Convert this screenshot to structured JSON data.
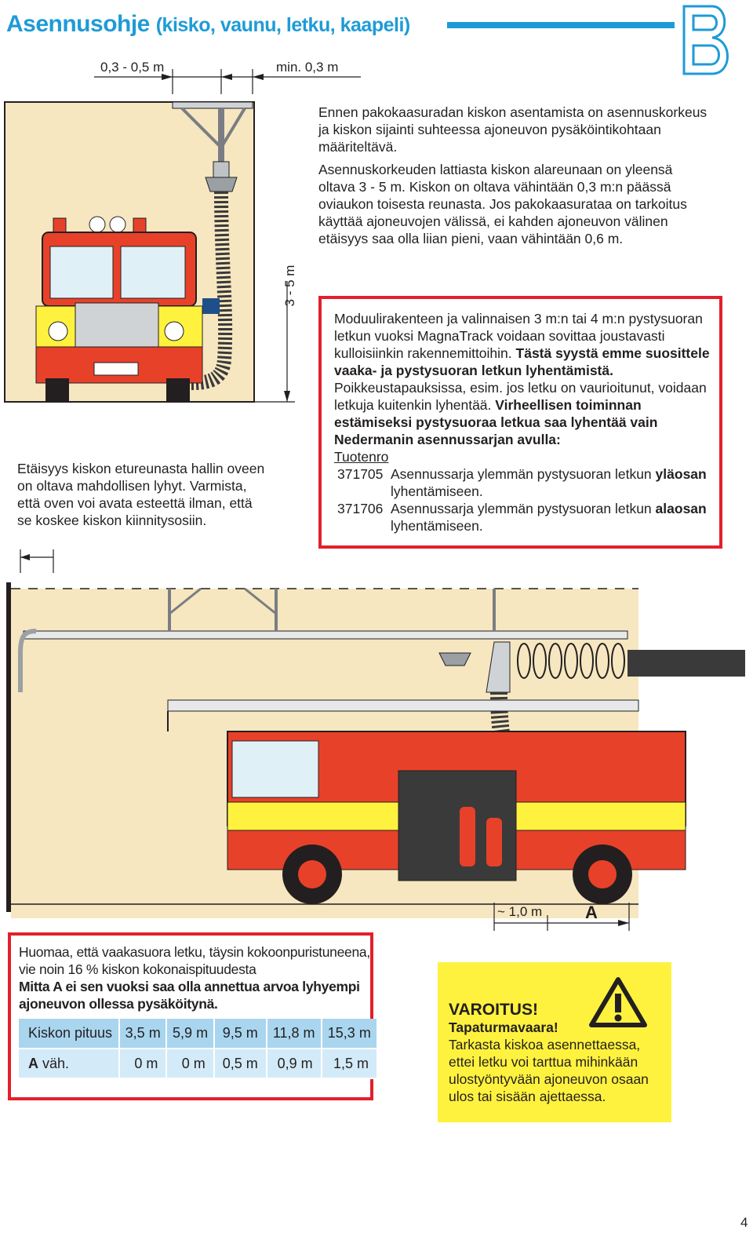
{
  "header": {
    "title_main": "Asennusohje",
    "title_sub": "(kisko, vaunu, letku, kaapeli)",
    "section_letter": "B"
  },
  "dimensions": {
    "offset": "0,3 - 0,5 m",
    "min": "min. 0,3 m",
    "height": "3 - 5 m",
    "approx": "~ 1,0 m",
    "a_label": "A"
  },
  "intro": {
    "p1": "Ennen pakokaasuradan kiskon asentamista on asennuskorkeus ja kiskon sijainti suhteessa ajoneuvon pysäköintikohtaan määriteltävä.",
    "p2": "Asennuskorkeuden lattiasta kiskon alareunaan on yleensä oltava 3 - 5 m. Kiskon on oltava vähintään 0,3 m:n päässä oviaukon toisesta reunasta. Jos pakokaasurataa on tarkoitus käyttää ajoneuvojen välissä, ei kahden ajoneuvon välinen etäisyys saa olla liian pieni, vaan vähintään 0,6 m."
  },
  "red_box": {
    "t1": "Moduulirakenteen ja valinnaisen 3 m:n tai 4 m:n pystysuoran letkun vuoksi MagnaTrack voidaan sovittaa joustavasti kulloisiinkin rakennemittoihin.",
    "t2_bold": "Tästä syystä emme suosittele vaaka- ja pystysuoran letkun lyhentämistä.",
    "t3": "Poikkeustapauksissa, esim. jos letku on vaurioitunut, voidaan letkuja kuitenkin lyhentää.",
    "t4_bold": "Virheellisen toiminnan estämiseksi pystysuoraa letkua saa lyhentää vain Nedermanin asennussarjan avulla:",
    "product_header": "Tuotenro",
    "products": [
      {
        "no": "371705",
        "desc_a": "Asennussarja ylemmän pystysuoran letkun",
        "desc_bold": "yläosan",
        "desc_b": "lyhentämiseen."
      },
      {
        "no": "371706",
        "desc_a": "Asennussarja ylemmän pystysuoran letkun",
        "desc_bold": "alaosan",
        "desc_b": "lyhentämiseen."
      }
    ]
  },
  "door_note": "Etäisyys kiskon etureunasta hallin oveen on oltava mahdollisen lyhyt. Varmista, että oven voi avata esteettä ilman, että se koskee kiskon kiinnitysosiin.",
  "note_box": {
    "t1": "Huomaa, että vaakasuora letku, täysin kokoonpuristuneena, vie noin 16 % kiskon kokonaispituudesta",
    "t2_bold": "Mitta A ei sen vuoksi saa olla annettua arvoa lyhyempi ajoneuvon ollessa pysäköitynä."
  },
  "table": {
    "row1_label": "Kiskon pituus",
    "row1": [
      "3,5 m",
      "5,9 m",
      "9,5 m",
      "11,8 m",
      "15,3 m"
    ],
    "row2_label_bold": "A",
    "row2_label_rest": " väh.",
    "row2": [
      "0 m",
      "0 m",
      "0,5 m",
      "0,9 m",
      "1,5 m"
    ]
  },
  "warning": {
    "title": "VAROITUS!",
    "subtitle": "Tapaturmavaara!",
    "text": "Tarkasta kiskoa asennettaessa, ettei letku voi tarttua mihinkään ulostyöntyvään ajoneuvon osaan ulos tai sisään ajettaessa.",
    "icon": "warning-triangle-icon"
  },
  "page_number": "4",
  "colors": {
    "accent_blue": "#1e9bd7",
    "alert_red": "#e2202b",
    "warning_yellow": "#fff23e",
    "wall": "#f6e7c1",
    "truck_red": "#e8412a"
  }
}
